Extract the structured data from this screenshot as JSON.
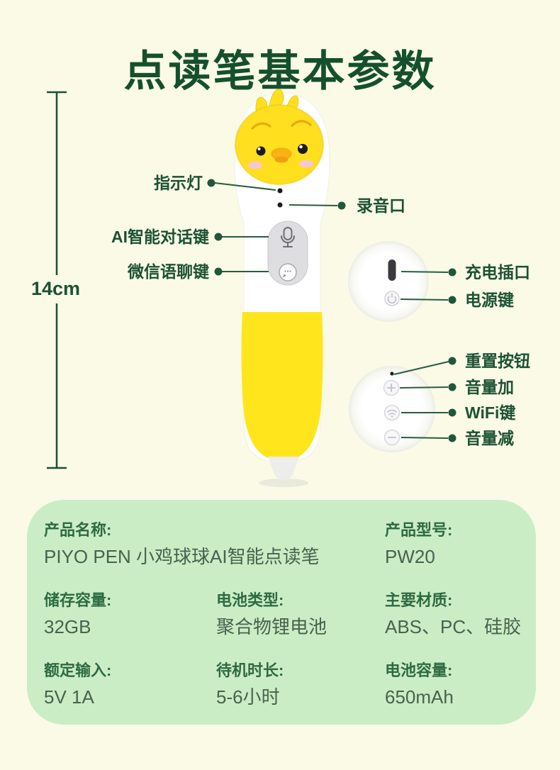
{
  "title": "点读笔基本参数",
  "measurement": {
    "length_label": "14cm"
  },
  "callouts": {
    "indicator_light": "指示灯",
    "recording_port": "录音口",
    "ai_dialog_button": "AI智能对话键",
    "wechat_voice_button": "微信语聊键",
    "charging_port": "充电插口",
    "power_button": "电源键",
    "reset_button": "重置按钮",
    "volume_up": "音量加",
    "wifi_button": "WiFi键",
    "volume_down": "音量减"
  },
  "specs": {
    "cells": [
      {
        "label": "产品名称:",
        "value": "PIYO PEN 小鸡球球AI智能点读笔"
      },
      {
        "label": "产品型号:",
        "value": "PW20"
      },
      {
        "label": "储存容量:",
        "value": "32GB"
      },
      {
        "label": "电池类型:",
        "value": "聚合物锂电池"
      },
      {
        "label": "主要材质:",
        "value": "ABS、PC、硅胶"
      },
      {
        "label": "额定输入:",
        "value": "5V 1A"
      },
      {
        "label": "待机时长:",
        "value": "5-6小时"
      },
      {
        "label": "电池容量:",
        "value": "650mAh"
      }
    ]
  },
  "icons": {
    "mic-icon": "microphone glyph on upper pen button",
    "chat-bubble-icon": "speech bubble with three dots on lower pen button",
    "usb-c-port-icon": "dark USB-C charging slot",
    "power-icon": "power symbol on round button",
    "plus-icon": "volume up +",
    "wifi-icon": "wifi arcs",
    "minus-icon": "volume down −",
    "reset-hole-icon": "small reset pinhole"
  },
  "colors": {
    "background": "#FAFAE7",
    "panel_green": "#CBEDC5",
    "title_green": "#15502C",
    "callout_green": "#1C5233",
    "spec_label_green": "#2D6A42",
    "spec_value_green": "#47624E",
    "pen_body_yellow": "#FFE61C",
    "face_yellow": "#FFDF1E",
    "beak_orange": "#F8B117",
    "cheek_pink": "#F8C8D0"
  }
}
